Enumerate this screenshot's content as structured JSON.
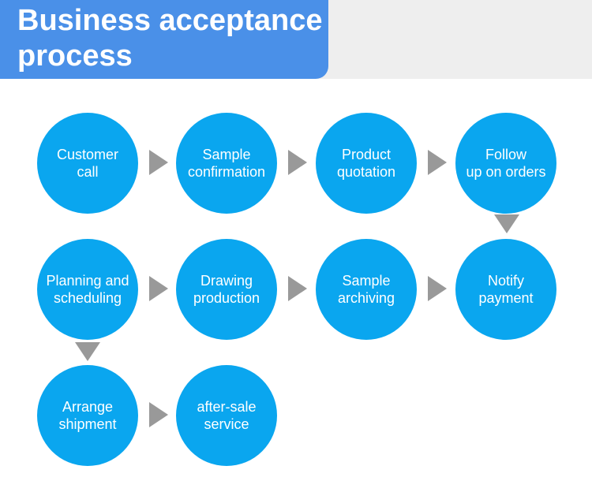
{
  "title": {
    "line1": "Business acceptance",
    "line2": "process"
  },
  "steps": [
    {
      "line1": "Customer",
      "line2": "call"
    },
    {
      "line1": "Sample",
      "line2": "confirmation"
    },
    {
      "line1": "Product",
      "line2": "quotation"
    },
    {
      "line1": "Follow",
      "line2": "up on orders"
    },
    {
      "line1": "Notify",
      "line2": "payment"
    },
    {
      "line1": "Sample",
      "line2": "archiving"
    },
    {
      "line1": "Drawing",
      "line2": "production"
    },
    {
      "line1": "Planning and",
      "line2": "scheduling"
    },
    {
      "line1": "Arrange",
      "line2": "shipment"
    },
    {
      "line1": "after-sale",
      "line2": "service"
    }
  ],
  "colors": {
    "title_background": "#4a90e8",
    "header_strip": "#eeeeee",
    "step_fill": "#0aa6ef",
    "arrow": "#999999",
    "text": "#ffffff"
  }
}
